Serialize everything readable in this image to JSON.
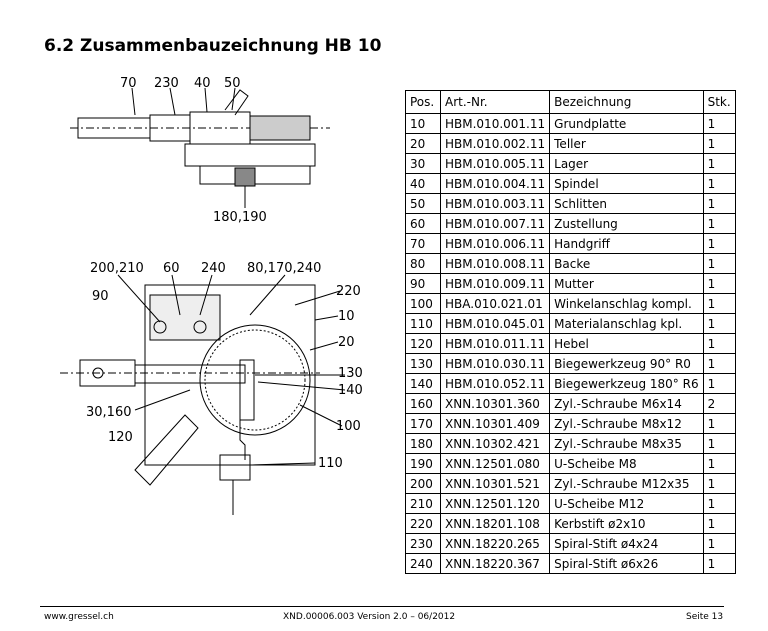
{
  "title": "6.2  Zusammenbauzeichnung HB 10",
  "drawing_labels": {
    "top": [
      "70",
      "230",
      "40",
      "50",
      "180,190"
    ],
    "bottom": [
      "200,210",
      "60",
      "240",
      "80,170,240",
      "90",
      "220",
      "10",
      "20",
      "130",
      "140",
      "30,160",
      "100",
      "120",
      "110"
    ]
  },
  "table": {
    "headers": [
      "Pos.",
      "Art.-Nr.",
      "Bezeichnung",
      "Stk."
    ],
    "rows": [
      [
        "10",
        "HBM.010.001.11",
        "Grundplatte",
        "1"
      ],
      [
        "20",
        "HBM.010.002.11",
        "Teller",
        "1"
      ],
      [
        "30",
        "HBM.010.005.11",
        "Lager",
        "1"
      ],
      [
        "40",
        "HBM.010.004.11",
        "Spindel",
        "1"
      ],
      [
        "50",
        "HBM.010.003.11",
        "Schlitten",
        "1"
      ],
      [
        "60",
        "HBM.010.007.11",
        "Zustellung",
        "1"
      ],
      [
        "70",
        "HBM.010.006.11",
        "Handgriff",
        "1"
      ],
      [
        "80",
        "HBM.010.008.11",
        "Backe",
        "1"
      ],
      [
        "90",
        "HBM.010.009.11",
        "Mutter",
        "1"
      ],
      [
        "100",
        "HBA.010.021.01",
        "Winkelanschlag kompl.",
        "1"
      ],
      [
        "110",
        "HBM.010.045.01",
        "Materialanschlag kpl.",
        "1"
      ],
      [
        "120",
        "HBM.010.011.11",
        "Hebel",
        "1"
      ],
      [
        "130",
        "HBM.010.030.11",
        "Biegewerkzeug 90° R0",
        "1"
      ],
      [
        "140",
        "HBM.010.052.11",
        "Biegewerkzeug 180° R6",
        "1"
      ],
      [
        "160",
        "XNN.10301.360",
        "Zyl.-Schraube M6x14",
        "2"
      ],
      [
        "170",
        "XNN.10301.409",
        "Zyl.-Schraube M8x12",
        "1"
      ],
      [
        "180",
        "XNN.10302.421",
        "Zyl.-Schraube M8x35",
        "1"
      ],
      [
        "190",
        "XNN.12501.080",
        "U-Scheibe M8",
        "1"
      ],
      [
        "200",
        "XNN.10301.521",
        "Zyl.-Schraube M12x35",
        "1"
      ],
      [
        "210",
        "XNN.12501.120",
        "U-Scheibe M12",
        "1"
      ],
      [
        "220",
        "XNN.18201.108",
        "Kerbstift ø2x10",
        "1"
      ],
      [
        "230",
        "XNN.18220.265",
        "Spiral-Stift ø4x24",
        "1"
      ],
      [
        "240",
        "XNN.18220.367",
        "Spiral-Stift ø6x26",
        "1"
      ]
    ]
  },
  "footer": {
    "left": "www.gressel.ch",
    "center": "XND.00006.003 Version 2.0 – 06/2012",
    "right": "Seite 13"
  }
}
